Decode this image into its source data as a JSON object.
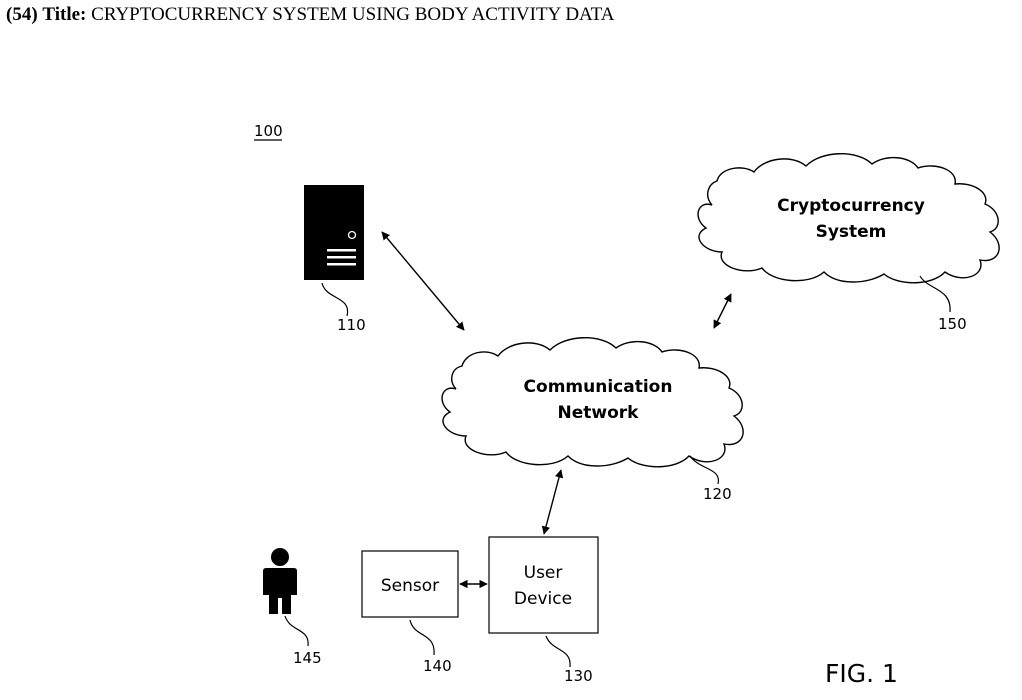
{
  "header": {
    "number": "(54)",
    "label": "Title:",
    "title": "CRYPTOCURRENCY SYSTEM USING BODY ACTIVITY DATA"
  },
  "figure": {
    "system_ref": "100",
    "fig_label": "FIG. 1",
    "server": {
      "ref": "110",
      "icon": "server-icon"
    },
    "network": {
      "line1": "Communication",
      "line2": "Network",
      "ref": "120"
    },
    "crypto": {
      "line1": "Cryptocurrency",
      "line2": "System",
      "ref": "150"
    },
    "user_device": {
      "line1": "User",
      "line2": "Device",
      "ref": "130"
    },
    "sensor": {
      "label": "Sensor",
      "ref": "140"
    },
    "person": {
      "ref": "145",
      "icon": "person-icon"
    }
  },
  "colors": {
    "ink": "#000000",
    "background": "#ffffff"
  }
}
